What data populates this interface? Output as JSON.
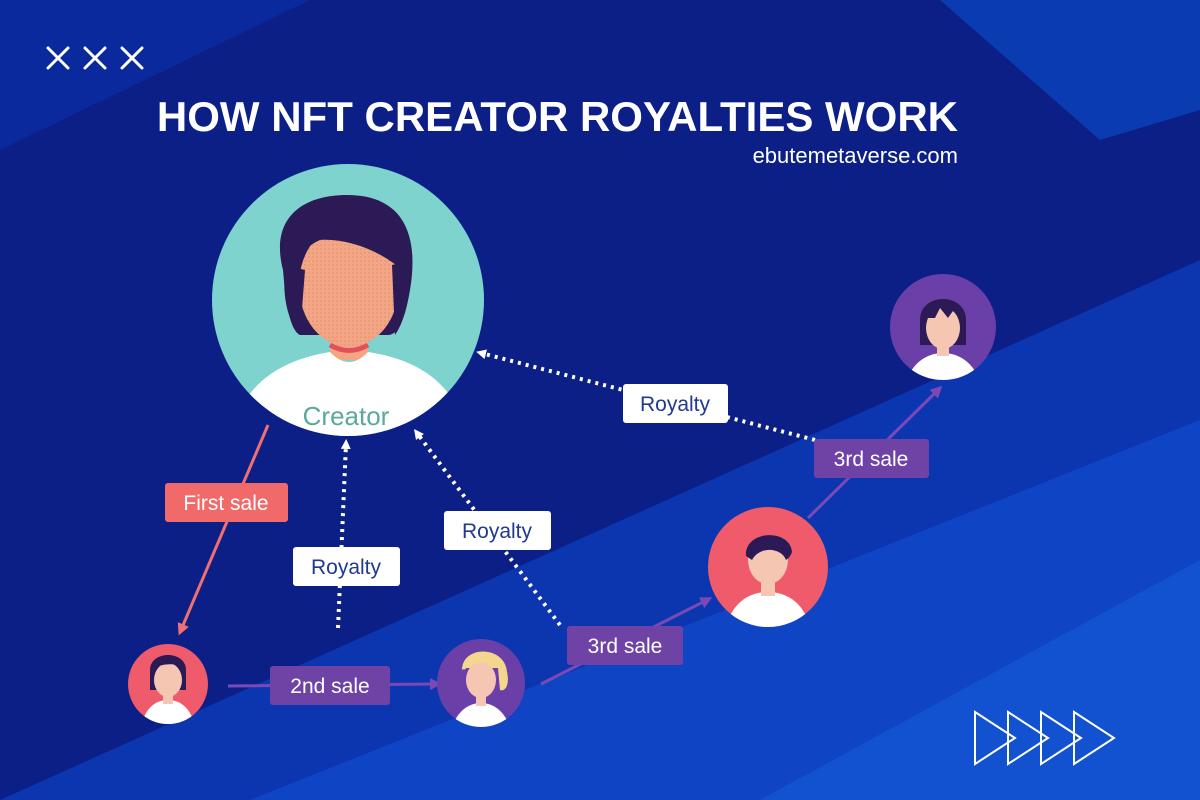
{
  "title": "HOW NFT CREATOR ROYALTIES WORK",
  "site": "ebutemetaverse.com",
  "creator_label": "Creator",
  "labels": {
    "first_sale": "First sale",
    "royalty_left": "Royalty",
    "second_sale": "2nd sale",
    "royalty_mid": "Royalty",
    "third_sale_bottom": "3rd sale",
    "royalty_top": "Royalty",
    "third_sale_top": "3rd sale"
  },
  "colors": {
    "background": "#0b1f86",
    "band": "#0f3fb5",
    "creator_circle": "#7fd3cf",
    "coral": "#ef5b6b",
    "purple": "#6b3fa8",
    "first_sale_tag": "#f06a6a",
    "sale_tag": "#6f43a6",
    "royalty_text": "#1f3a8f",
    "creator_text": "#5aa99b"
  },
  "icons": [
    "x-mark-icon",
    "play-arrow-icon"
  ]
}
